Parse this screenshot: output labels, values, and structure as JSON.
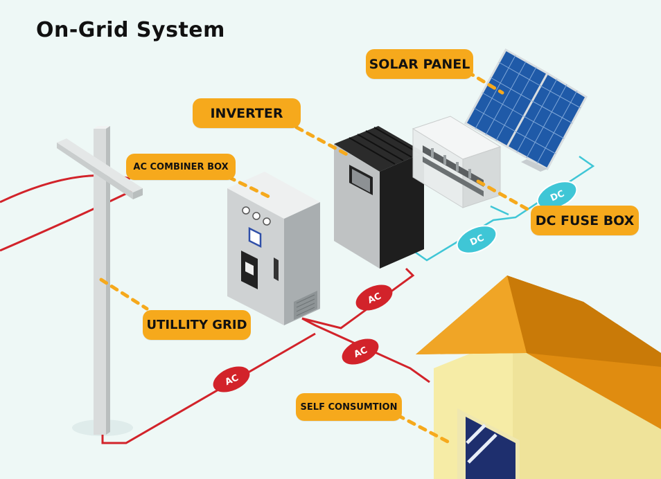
{
  "title": "On-Grid System",
  "labels": {
    "solar_panel": "SOLAR PANEL",
    "inverter": "INVERTER",
    "ac_combiner_box": "AC COMBINER BOX",
    "dc_fuse_box": "DC FUSE BOX",
    "utility_grid": "UTILLITY GRID",
    "self_consumption": "SELF CONSUMTION"
  },
  "badges": {
    "ac": "AC",
    "dc": "DC"
  },
  "colors": {
    "background": "#eef8f6",
    "label_fill": "#f6a91c",
    "ac_line": "#d2232a",
    "dc_line": "#3fc6d6",
    "roof": "#e08c10",
    "house_wall": "#f6eca6",
    "panel": "#1f5aa8"
  }
}
